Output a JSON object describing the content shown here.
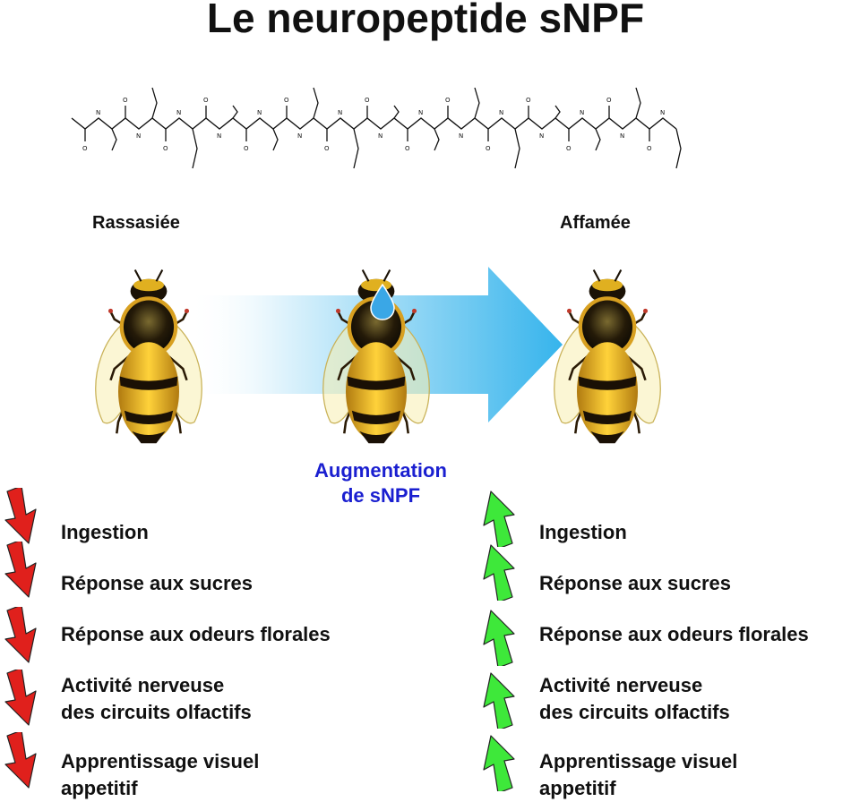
{
  "title": "Le neuropeptide sNPF",
  "states": {
    "left": "Rassasiée",
    "right": "Affamée"
  },
  "center_caption": "Augmentation\nde sNPF",
  "effects": [
    "Ingestion",
    "Réponse aux sucres",
    "Réponse aux odeurs florales",
    "Activité nerveuse\ndes circuits olfactifs",
    "Apprentissage visuel\nappetitif"
  ],
  "left_trend": "down-arrow-icon",
  "right_trend": "up-arrow-icon",
  "colors": {
    "down": "#e0201c",
    "up": "#3ee83a",
    "caption": "#1a1fd0",
    "flow": "#3bb8ec",
    "drop": "#3aa7e6"
  }
}
